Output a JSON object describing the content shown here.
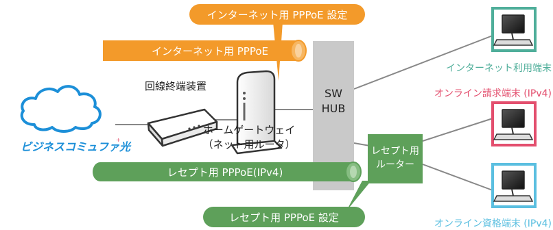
{
  "labels": {
    "internet_setting": "インターネット用 PPPoE 設定",
    "internet_pppoe": "インターネット用 PPPoE",
    "onu": "回線終端装置",
    "sw_hub_line1": "SW",
    "sw_hub_line2": "HUB",
    "hgw_line1": "ホームゲートウェイ",
    "hgw_line2": "（ネット用ルータ）",
    "receipt_router_line1": "レセプト用",
    "receipt_router_line2": "ルーター",
    "receipt_pppoe": "レセプト用 PPPoE(IPv4)",
    "receipt_setting": "レセプト用 PPPoE 設定",
    "internet_terminal": "インターネット利用端末",
    "billing_terminal": "オンライン請求端末 (IPv4)",
    "qualification_terminal": "オンライン資格端末 (IPv4)",
    "provider_logo": "ビジネスコミュファ光"
  },
  "colors": {
    "orange": "#f39a2a",
    "green": "#5ea05a",
    "hub_gray": "#c9c9c9",
    "teal": "#4fae9a",
    "pink": "#e34f6e",
    "cyan": "#5bbfe0",
    "cloud_blue": "#1c8fd8",
    "line_gray": "#888888"
  },
  "icons": {
    "cloud": "cloud-icon",
    "onu": "onu-device-icon",
    "router": "router-icon",
    "pc": "pc-icon"
  }
}
